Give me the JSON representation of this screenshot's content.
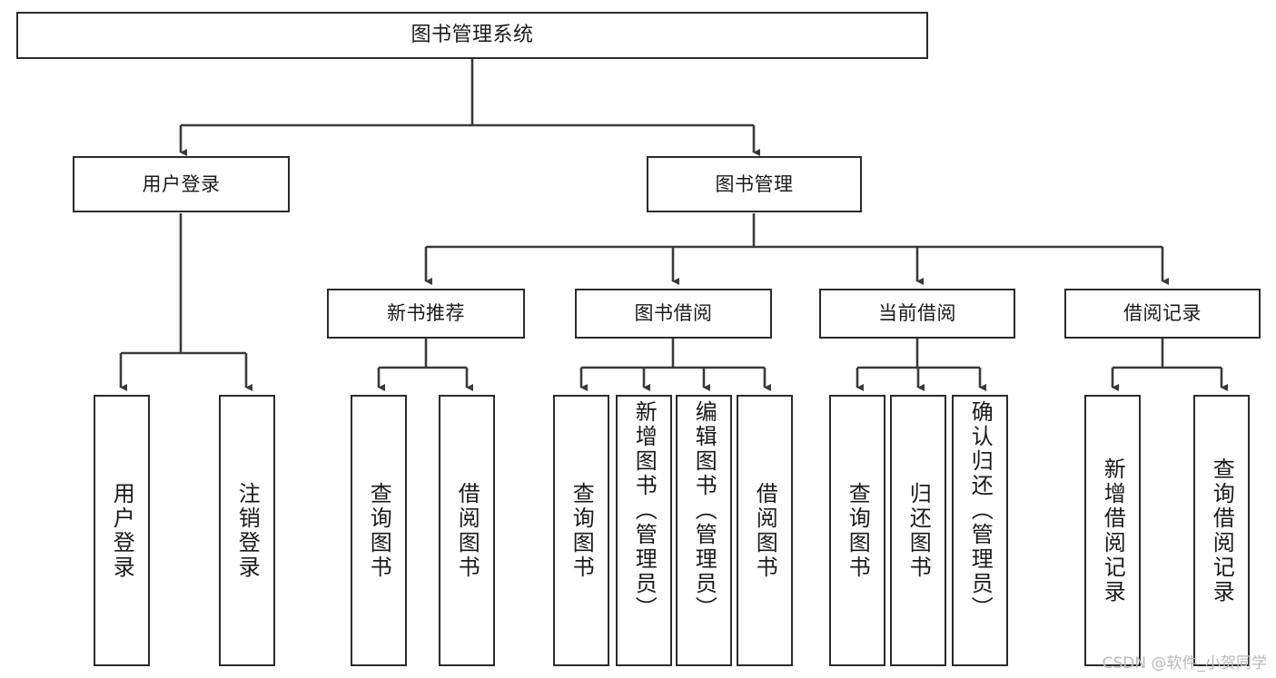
{
  "diagram": {
    "title": "图书管理系统",
    "type": "tree-hierarchy",
    "style": {
      "box_stroke": "#2b2b2b",
      "box_fill": "#ffffff",
      "edge_stroke": "#3a3a3a",
      "background": "#ffffff",
      "text_color": "#1a1a1a"
    }
  },
  "nodes": {
    "root": {
      "label": "图书管理系统"
    },
    "level1": [
      {
        "label": "用户登录"
      },
      {
        "label": "图书管理"
      }
    ],
    "level2": [
      {
        "label": "新书推荐"
      },
      {
        "label": "图书借阅"
      },
      {
        "label": "当前借阅"
      },
      {
        "label": "借阅记录"
      }
    ],
    "leaves": {
      "user_login": [
        {
          "label": "用户登录"
        },
        {
          "label": "注销登录"
        }
      ],
      "new_book_recommend": [
        {
          "label": "查询图书"
        },
        {
          "label": "借阅图书"
        }
      ],
      "book_borrow": [
        {
          "label": "查询图书"
        },
        {
          "label": "新增图书（管理员）"
        },
        {
          "label": "编辑图书（管理员）"
        },
        {
          "label": "借阅图书"
        }
      ],
      "current_borrow": [
        {
          "label": "查询图书"
        },
        {
          "label": "归还图书"
        },
        {
          "label": "确认归还（管理员）"
        }
      ],
      "borrow_record": [
        {
          "label": "新增借阅记录"
        },
        {
          "label": "查询借阅记录"
        }
      ]
    }
  },
  "watermark": {
    "text": "CSDN @软件_小贺同学"
  }
}
